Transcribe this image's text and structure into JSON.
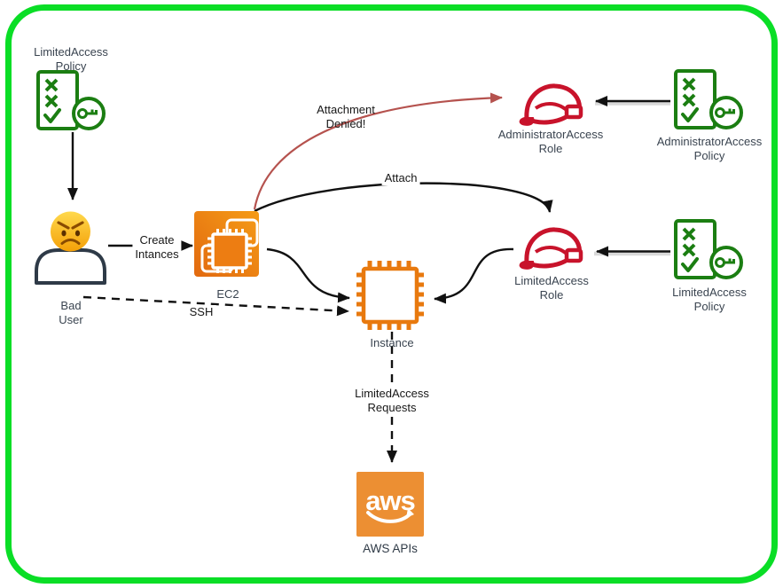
{
  "colors": {
    "border_green": "#0ADE26",
    "policy_green": "#1B7E12",
    "role_red": "#C8132B",
    "denied_arrow_red": "#B5524E",
    "arrow_black": "#111111",
    "ec2_orange_dark": "#E2690F",
    "ec2_orange_light": "#F59C17",
    "instance_orange": "#E8790E",
    "aws_orange": "#EC8F33",
    "user_outline_navy": "#2E3A47"
  },
  "icons": {
    "policy": "green-checklist-with-key-icon",
    "role": "red-hardhat-icon",
    "bad_user": "angry-person-icon",
    "ec2": "orange-ec2-chip-icon",
    "instance": "orange-chip-outline-icon",
    "aws": "aws-smile-logo-icon"
  },
  "nodes": {
    "limited_policy_left": {
      "line1": "LimitedAccess",
      "line2": "Policy"
    },
    "bad_user": {
      "line1": "Bad",
      "line2": "User"
    },
    "ec2": {
      "label": "EC2"
    },
    "admin_role": {
      "line1": "AdministratorAccess",
      "line2": "Role"
    },
    "admin_policy": {
      "line1": "AdministratorAccess",
      "line2": "Policy"
    },
    "limited_role": {
      "line1": "LimitedAccess",
      "line2": "Role"
    },
    "limited_policy_right": {
      "line1": "LimitedAccess",
      "line2": "Policy"
    },
    "instance": {
      "label": "Instance"
    },
    "aws_apis": {
      "label": "AWS APIs",
      "logo": "aws"
    }
  },
  "edges": {
    "create_instances": {
      "line1": "Create",
      "line2": "Intances"
    },
    "attachment_denied": {
      "line1": "Attachment",
      "line2": "Denied!"
    },
    "attach": {
      "label": "Attach"
    },
    "ssh": {
      "label": "SSH"
    },
    "limited_requests": {
      "line1": "LimitedAccess",
      "line2": "Requests"
    }
  }
}
